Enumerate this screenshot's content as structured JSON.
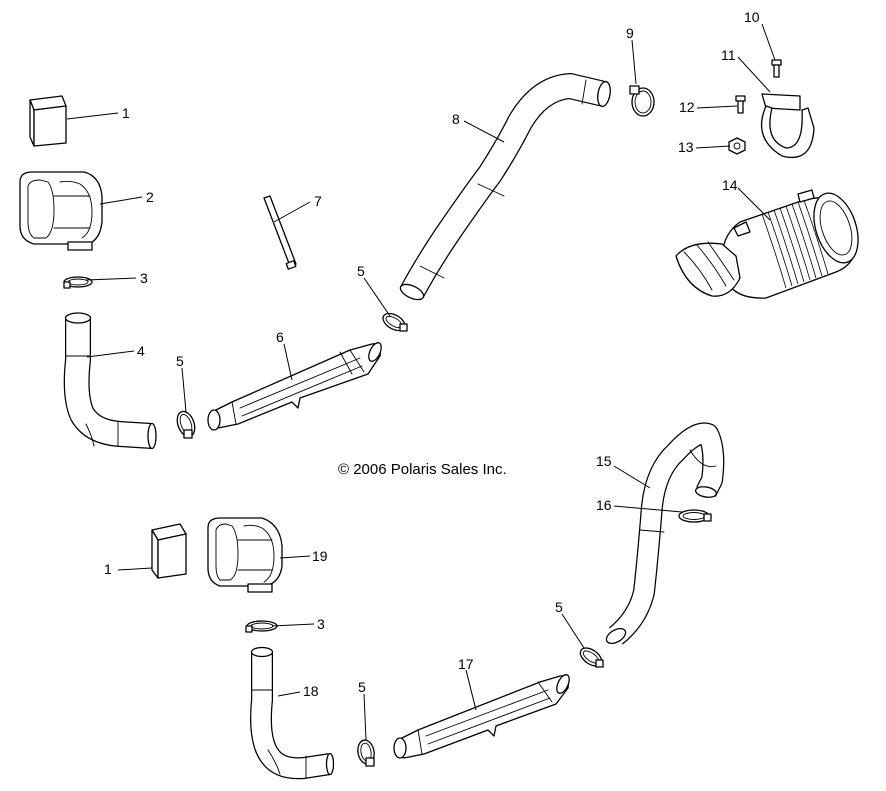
{
  "copyright": "© 2006 Polaris Sales Inc.",
  "callouts": {
    "c1a": "1",
    "c1b": "1",
    "c2": "2",
    "c3a": "3",
    "c3b": "3",
    "c4": "4",
    "c5a": "5",
    "c5b": "5",
    "c5c": "5",
    "c5d": "5",
    "c6": "6",
    "c7": "7",
    "c8": "8",
    "c9": "9",
    "c10": "10",
    "c11": "11",
    "c12": "12",
    "c13": "13",
    "c14": "14",
    "c15": "15",
    "c16": "16",
    "c17": "17",
    "c18": "18",
    "c19": "19"
  }
}
